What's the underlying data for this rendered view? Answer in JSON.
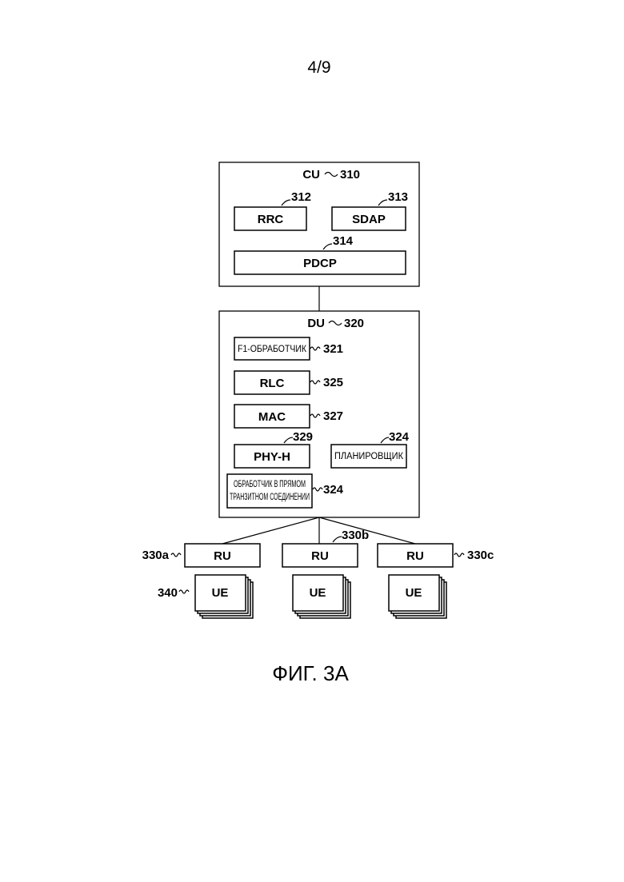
{
  "page_number": "4/9",
  "figure_caption": "ФИГ. 3А",
  "cu": {
    "label": "CU",
    "ref": "310",
    "rrc": {
      "label": "RRC",
      "ref": "312"
    },
    "sdap": {
      "label": "SDAP",
      "ref": "313"
    },
    "pdcp": {
      "label": "PDCP",
      "ref": "314"
    }
  },
  "du": {
    "label": "DU",
    "ref": "320",
    "f1": {
      "label": "F1-ОБРАБОТЧИК",
      "ref": "321"
    },
    "rlc": {
      "label": "RLC",
      "ref": "325"
    },
    "mac": {
      "label": "MAC",
      "ref": "327"
    },
    "phy": {
      "label": "PHY-H",
      "ref": "329"
    },
    "scheduler": {
      "label": "ПЛАНИРОВЩИК",
      "ref": "324"
    },
    "fronthaul": {
      "line1": "ОБРАБОТЧИК В ПРЯМОМ",
      "line2": "ТРАНЗИТНОМ СОЕДИНЕНИИ",
      "ref": "324"
    }
  },
  "ru": [
    {
      "label": "RU",
      "ref": "330a"
    },
    {
      "label": "RU",
      "ref": "330b"
    },
    {
      "label": "RU",
      "ref": "330c"
    }
  ],
  "ue": {
    "label": "UE",
    "ref": "340"
  }
}
